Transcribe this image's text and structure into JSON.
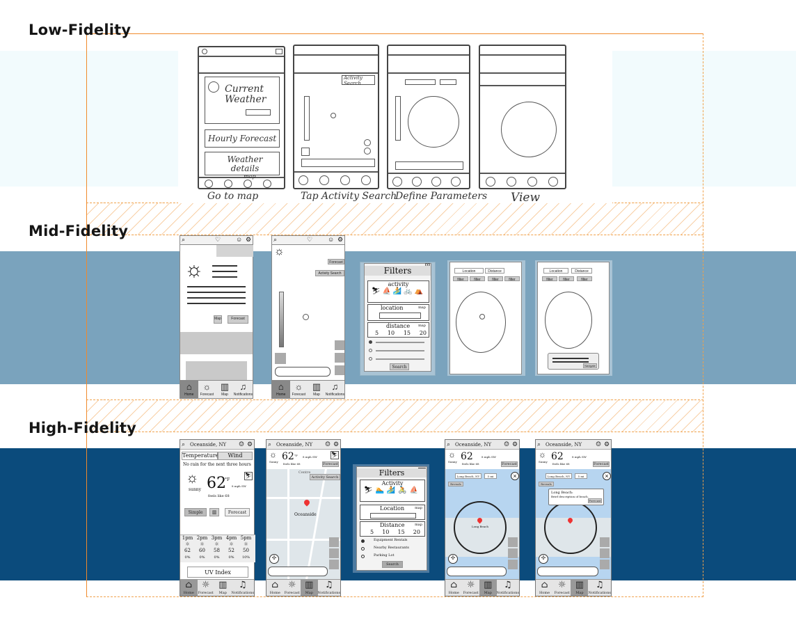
{
  "sections": {
    "low": "Low-Fidelity",
    "mid": "Mid-Fidelity",
    "high": "High-Fidelity"
  },
  "colors": {
    "low_band": "#f2fbfd",
    "mid_band": "#7aa3bd",
    "high_band": "#0b4b7c",
    "guide": "#f08a2c"
  },
  "low": {
    "captions": [
      "Go to map",
      "Tap Activity Search",
      "Define Parameters",
      "View"
    ],
    "screen1": {
      "current_weather": "Current Weather",
      "hourly": "Hourly Forecast",
      "details": "Weather details",
      "map": "map"
    },
    "activity_label": "Activity Search"
  },
  "mid": {
    "nav": {
      "home": "Home",
      "forecast": "Forecast",
      "map": "Map",
      "notifications": "Notifications"
    },
    "home": {
      "map_btn": "Map",
      "forecast_btn": "Forecast"
    },
    "mapscreen": {
      "forecast_btn": "Forecast",
      "activity_search": "Activity Search"
    },
    "filters": {
      "title": "Filters",
      "activity": "activity",
      "location": "location",
      "map_toggle": "map",
      "distance": "distance",
      "distances": [
        "5",
        "10",
        "15",
        "20"
      ],
      "search": "Search"
    },
    "results": {
      "location": "Location",
      "distance": "Distance",
      "filter": "filter",
      "popup_btn": "Navigate"
    }
  },
  "high": {
    "location": "Oceanside, NY",
    "nav": {
      "home": "Home",
      "forecast": "Forecast",
      "map": "Map",
      "notifications": "Notifications"
    },
    "home": {
      "tab_temp": "Temperature",
      "tab_wind": "Wind",
      "no_rain": "No rain for the next three hours",
      "condition": "sunny",
      "temp": "62",
      "unit": "°F",
      "wind": "8 mph SW",
      "feels": "feels like 68",
      "simple": "Simple",
      "forecast": "Forecast",
      "hours": [
        "1pm",
        "2pm",
        "3pm",
        "4pm",
        "5pm"
      ],
      "hour_temps": [
        "62",
        "60",
        "58",
        "52",
        "50"
      ],
      "hour_rain": [
        "0%",
        "0%",
        "0%",
        "0%",
        "10%"
      ],
      "uv": "UV Index"
    },
    "mini": {
      "condition": "Sunny",
      "temp": "62",
      "unit": "°F",
      "wind": "8 mph SW",
      "feels": "feels like 68",
      "forecast": "Forecast",
      "activity_search": "Activity Search",
      "map_label": "Oceanside",
      "centre": "Centre"
    },
    "filters": {
      "title": "Filters",
      "activity": "Activity",
      "location": "Location",
      "map_toggle": "map",
      "distance": "Distance",
      "distances": [
        "5",
        "10",
        "15",
        "20"
      ],
      "options": [
        "Equipment Rentals",
        "Nearby Restaurants",
        "Parking Lot"
      ],
      "search": "Search"
    },
    "results": {
      "location_value": "Long Beach, NY",
      "distance_value": "5 mi",
      "reveals": "Reveals",
      "map_center": "Long Beach",
      "popup_title": "Long Beach:",
      "popup_desc": "Brief description of beach.",
      "popup_btn": "Forecast"
    }
  }
}
